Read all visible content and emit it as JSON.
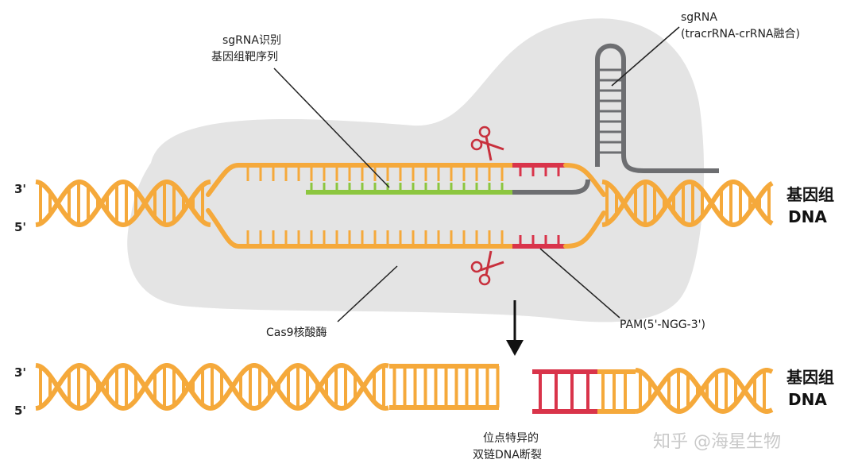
{
  "labels": {
    "sgrna_recognize_line1": "sgRNA识别",
    "sgrna_recognize_line2": "基因组靶序列",
    "sgrna_fusion_line1": "sgRNA",
    "sgrna_fusion_line2": "(tracrRNA-crRNA融合)",
    "cas9": "Cas9核酸酶",
    "pam": "PAM(5'-NGG-3')",
    "break_line1": "位点特异的",
    "break_line2": "双链DNA断裂",
    "genome_line1": "基因组",
    "genome_line2": "DNA",
    "strand_top": "3'",
    "strand_bottom": "5'"
  },
  "watermark": "知乎 @海星生物",
  "colors": {
    "dna": "#F5A93B",
    "pam": "#D9344A",
    "guide": "#8CC63F",
    "sgrna": "#6D6E71",
    "cas9": "#E4E4E4",
    "scissors": "#C8303D"
  },
  "icons": {
    "cut_top": "scissors-icon",
    "cut_bottom": "scissors-icon",
    "arrow": "arrow-down-icon"
  }
}
